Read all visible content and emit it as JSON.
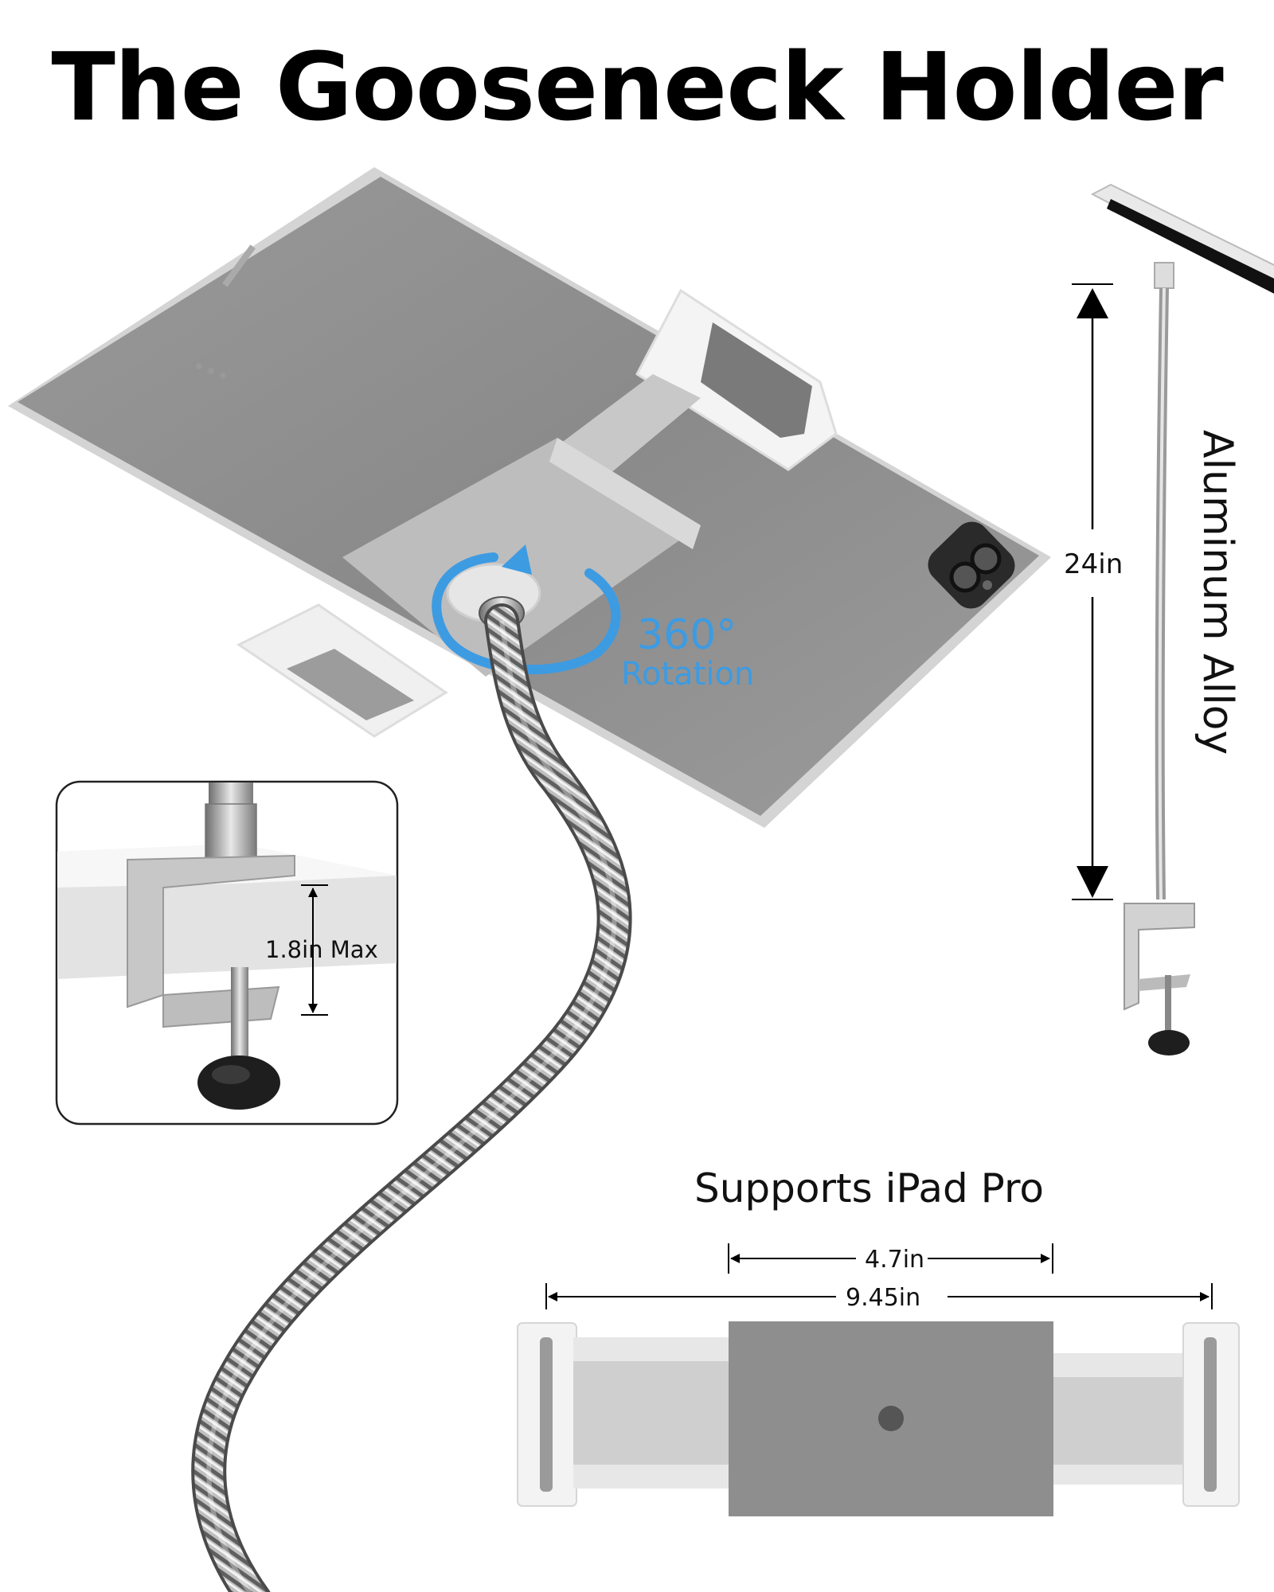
{
  "title": "The Gooseneck Holder",
  "labels": {
    "height": "24in",
    "material": "Aluminum Alloy",
    "rotation_value": "360°",
    "rotation_word": "Rotation",
    "clamp_max": "1.8in Max",
    "supports": "Supports  iPad Pro",
    "min_width": "4.7in",
    "max_width": "9.45in"
  },
  "colors": {
    "accent": "#3d9be2",
    "tablet": "#8c8c8c",
    "frame": "#bdbdbd",
    "bracket": "#f0f0f0"
  }
}
